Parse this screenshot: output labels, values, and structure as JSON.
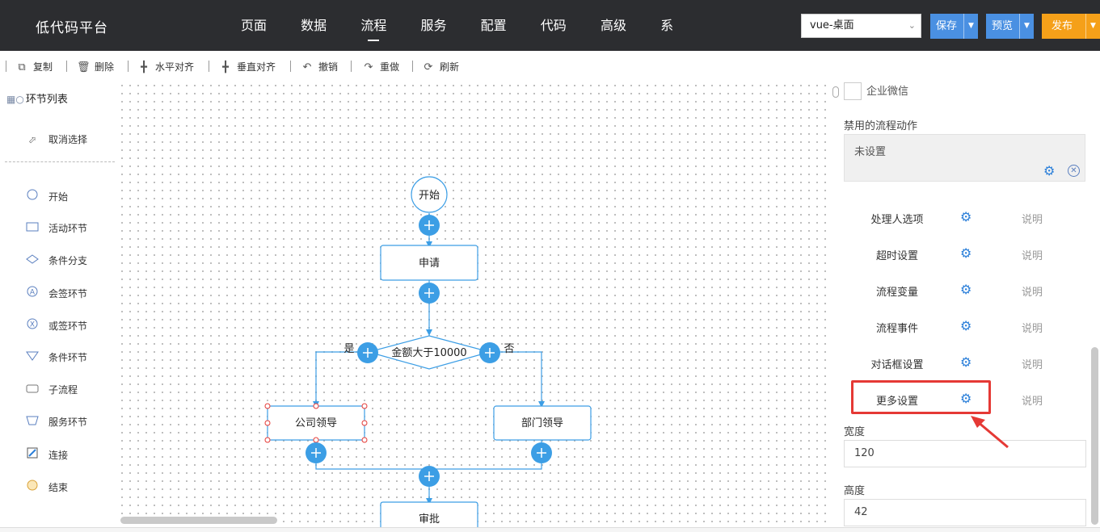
{
  "header": {
    "brand": "低代码平台",
    "menu": [
      {
        "label": "页面"
      },
      {
        "label": "数据"
      },
      {
        "label": "流程"
      },
      {
        "label": "服务"
      },
      {
        "label": "配置"
      },
      {
        "label": "代码"
      },
      {
        "label": "高级"
      },
      {
        "label": "系"
      }
    ],
    "active_menu": "流程",
    "platform_select": "vue-桌面",
    "save_label": "保存",
    "preview_label": "预览",
    "publish_label": "发布"
  },
  "toolbar": {
    "copy": "复制",
    "delete": "删除",
    "align_horizontal": "水平对齐",
    "align_vertical": "垂直对齐",
    "undo": "撤销",
    "redo": "重做",
    "refresh": "刷新"
  },
  "left_panel": {
    "title": "环节列表",
    "deselect": "取消选择",
    "items": [
      {
        "label": "开始",
        "icon": "circle-icon"
      },
      {
        "label": "活动环节",
        "icon": "rectangle-icon"
      },
      {
        "label": "条件分支",
        "icon": "diamond-icon"
      },
      {
        "label": "会签环节",
        "icon": "countersign-icon"
      },
      {
        "label": "或签环节",
        "icon": "or-sign-icon"
      },
      {
        "label": "条件环节",
        "icon": "triangle-icon"
      },
      {
        "label": "子流程",
        "icon": "subprocess-icon"
      },
      {
        "label": "服务环节",
        "icon": "service-icon"
      },
      {
        "label": "连接",
        "icon": "connect-icon"
      },
      {
        "label": "结束",
        "icon": "end-circle-icon"
      }
    ]
  },
  "flow": {
    "start": "开始",
    "apply": "申请",
    "condition": "金额大于10000",
    "yes": "是",
    "no": "否",
    "company_leader": "公司领导",
    "dept_leader": "部门领导",
    "next": "审批"
  },
  "right_panel": {
    "wechat_label": "企业微信",
    "disabled_actions_label": "禁用的流程动作",
    "disabled_actions_value": "未设置",
    "settings": [
      {
        "label": "处理人选项",
        "help": "说明"
      },
      {
        "label": "超时设置",
        "help": "说明"
      },
      {
        "label": "流程变量",
        "help": "说明"
      },
      {
        "label": "流程事件",
        "help": "说明"
      },
      {
        "label": "对话框设置",
        "help": "说明"
      },
      {
        "label": "更多设置",
        "help": "说明"
      }
    ],
    "width_label": "宽度",
    "width_value": "120",
    "height_label": "高度",
    "height_value": "42"
  },
  "colors": {
    "header_bg": "#2c2d30",
    "accent_blue": "#4a90e2",
    "publish_orange": "#f5a019",
    "flow_blue": "#3c9ee5",
    "highlight_red": "#e53935"
  }
}
